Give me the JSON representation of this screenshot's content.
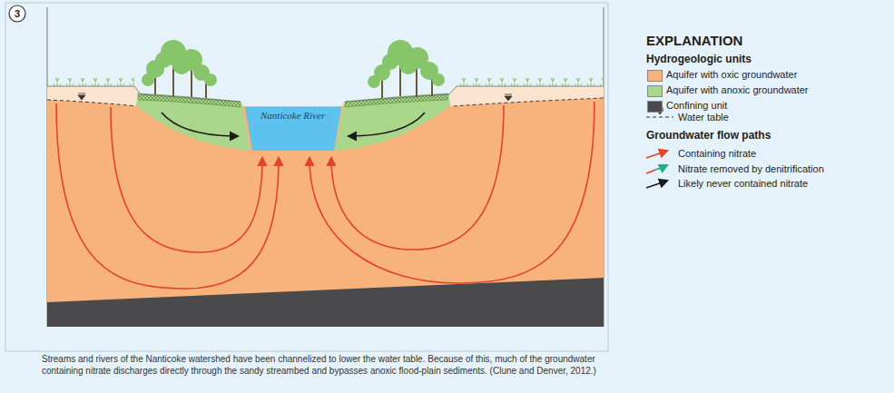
{
  "diagram": {
    "caption": "Streams and rivers of the Nanticoke watershed have been channelized to lower the water table. Because of this, much of the groundwater containing nitrate discharges directly through the sandy streambed and bypasses anoxic flood-plain sediments. (Clune and Denver, 2012.)",
    "nodes": [
      {
        "text": [
          "Nanticoke River"
        ]
      }
    ],
    "labels": [
      "3",
      "EXPLANATION",
      "Hydrogeologic units",
      "Groundwater flow paths"
    ],
    "legend": [
      {
        "text": "Aquifer with oxic groundwater",
        "color": "#f8b27b"
      },
      {
        "text": "Aquifer with anoxic groundwater",
        "color": "#a9d68b"
      },
      {
        "text": "Confining unit",
        "color": "#4a4a4c"
      },
      {
        "text": "Water table"
      },
      {
        "text": "Containing nitrate"
      },
      {
        "text": "Nitrate removed by denitrification"
      },
      {
        "text": "Likely never contained nitrate"
      }
    ]
  }
}
